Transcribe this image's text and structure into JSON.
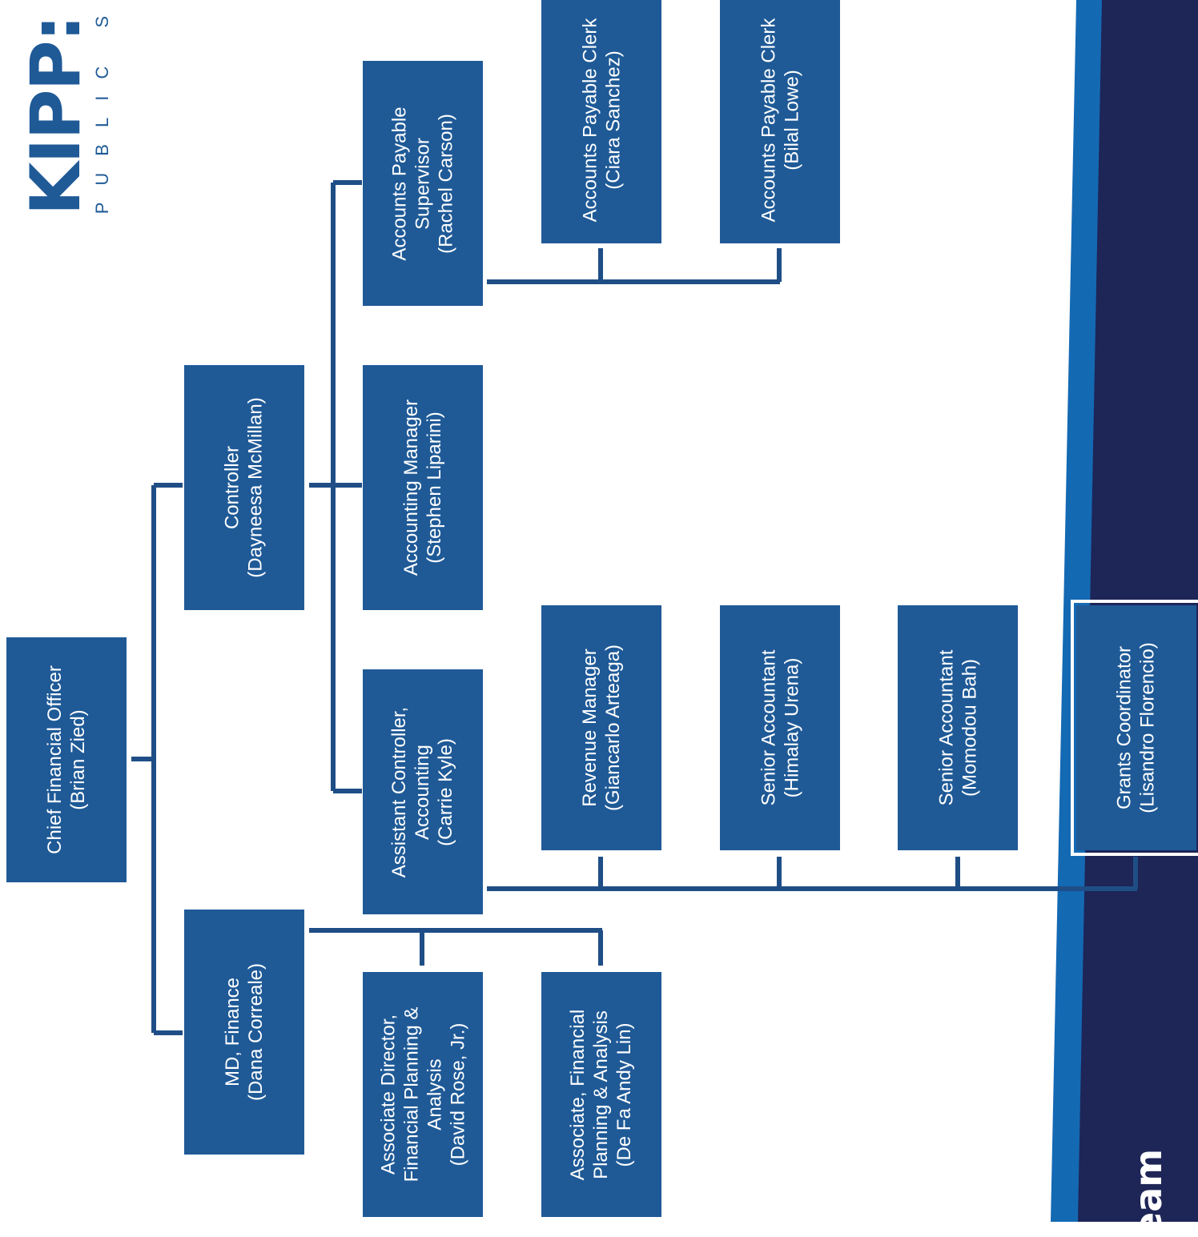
{
  "logo": {
    "main": "KIPP:",
    "sub": "PUBLIC S"
  },
  "band": {
    "title": "eam"
  },
  "colors": {
    "box": "#1f5a97",
    "line": "#1f4e86",
    "band_dark": "#1e2557",
    "band_accent": "#1469b3"
  },
  "boxes": {
    "cfo": "Chief Financial Officer\n(Brian Zied)",
    "controller": "Controller\n(Dayneesa McMillan)",
    "md_finance": "MD, Finance\n(Dana Correale)",
    "ap_supervisor": "Accounts Payable\nSupervisor\n(Rachel Carson)",
    "accounting_manager": "Accounting Manager\n(Stephen Liparini)",
    "asst_controller": "Assistant Controller,\nAccounting\n(Carrie Kyle)",
    "ap_clerk_1": "Accounts Payable Clerk\n(Ciara Sanchez)",
    "ap_clerk_2": "Accounts Payable Clerk\n(Bilal Lowe)",
    "revenue_manager": "Revenue Manager\n(Giancarlo Arteaga)",
    "senior_accountant_1": "Senior Accountant\n(Himalay Urena)",
    "senior_accountant_2": "Senior Accountant\n(Momodou Bah)",
    "grants_coordinator": "Grants Coordinator\n(Lisandro Florencio)",
    "assoc_director_fpa": "Associate Director,\nFinancial Planning &\nAnalysis\n(David Rose, Jr.)",
    "assoc_fpa": "Associate, Financial\nPlanning & Analysis\n(De Fa Andy Lin)"
  }
}
